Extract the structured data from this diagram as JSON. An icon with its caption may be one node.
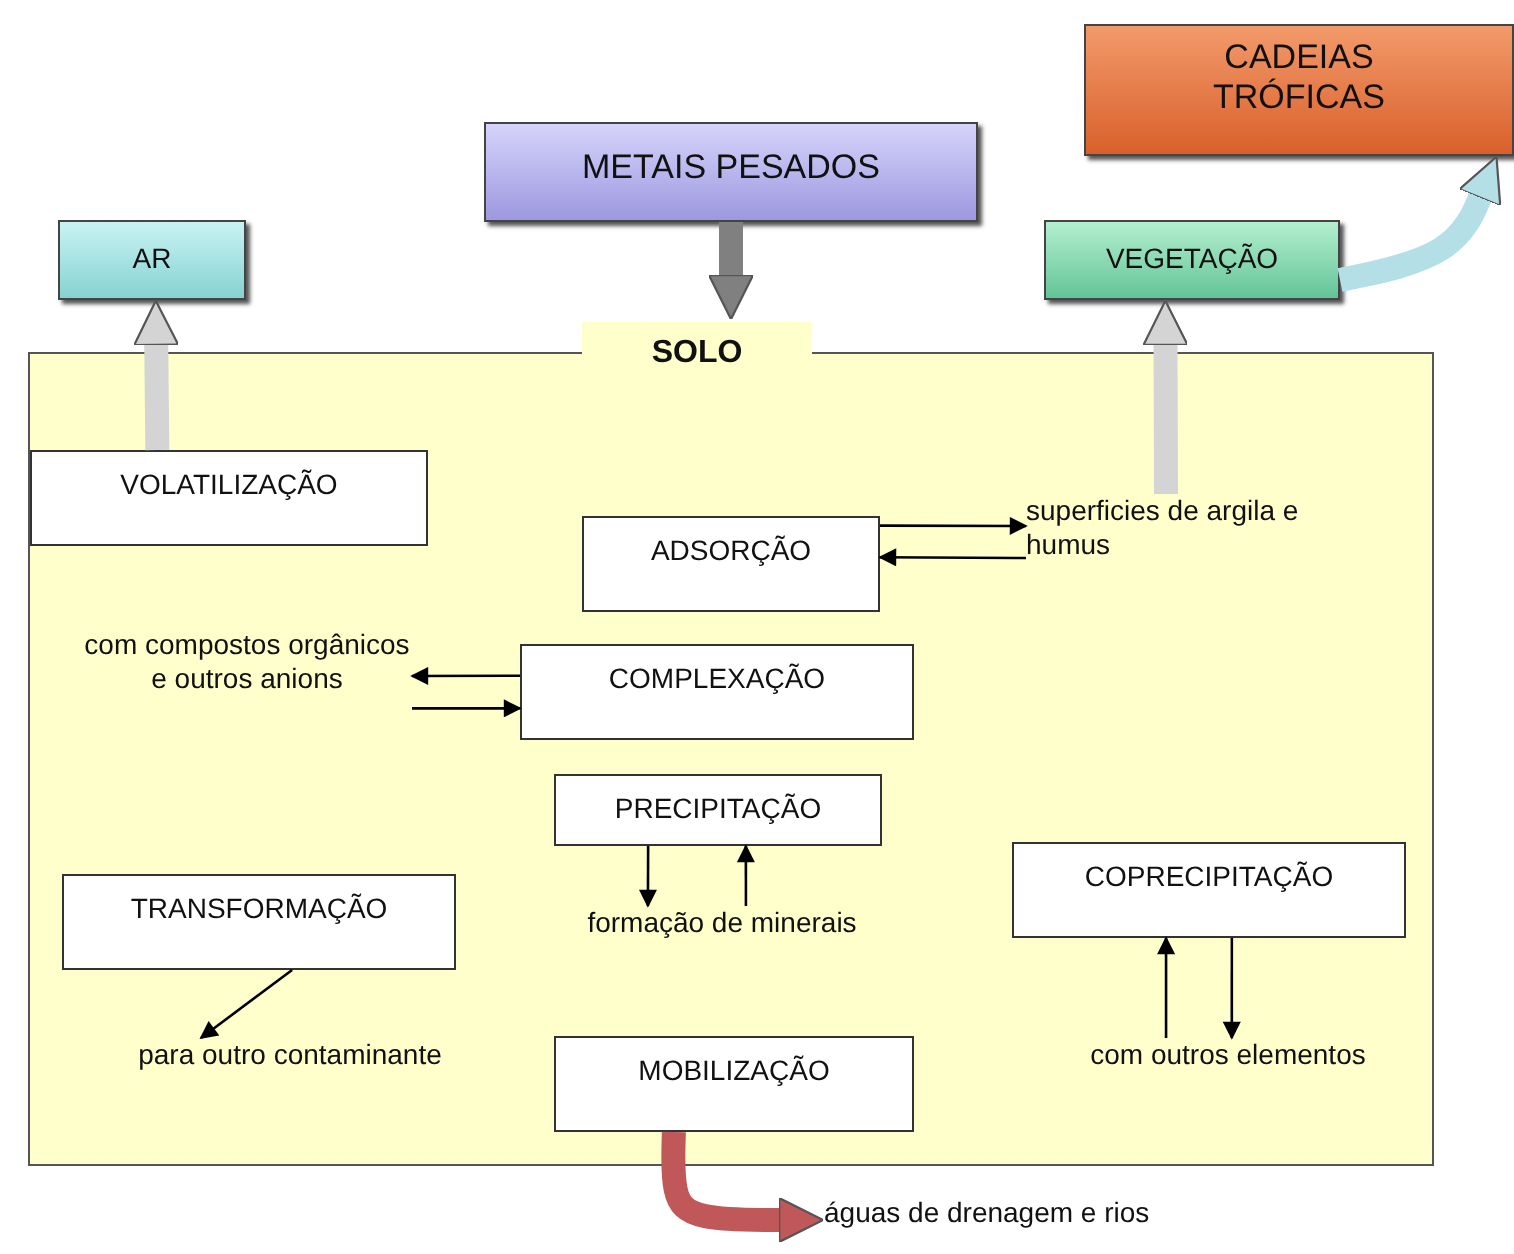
{
  "diagram": {
    "nodes": [
      {
        "text": [
          "CADEIAS TRÓFICAS"
        ]
      },
      {
        "text": [
          "METAIS PESADOS"
        ]
      },
      {
        "text": [
          "AR"
        ]
      },
      {
        "text": [
          "VEGETAÇÃO"
        ]
      },
      {
        "text": [
          "SOLO"
        ]
      },
      {
        "text": [
          "VOLATILIZAÇÃO"
        ],
        "in": 4
      },
      {
        "text": [
          "ADSORÇÃO"
        ],
        "in": 4
      },
      {
        "text": [
          "superficies de argila e humus"
        ],
        "in": 4
      },
      {
        "text": [
          "com compostos orgânicos e outros anions"
        ],
        "in": 4
      },
      {
        "text": [
          "COMPLEXAÇÃO"
        ],
        "in": 4
      },
      {
        "text": [
          "PRECIPITAÇÃO"
        ],
        "in": 4
      },
      {
        "text": [
          "formação de minerais"
        ],
        "in": 4
      },
      {
        "text": [
          "TRANSFORMAÇÃO"
        ],
        "in": 4
      },
      {
        "text": [
          "para outro contaminante"
        ],
        "in": 4
      },
      {
        "text": [
          "COPRECIPITAÇÃO"
        ],
        "in": 4
      },
      {
        "text": [
          "com outros elementos"
        ],
        "in": 4
      },
      {
        "text": [
          "MOBILIZAÇÃO"
        ],
        "in": 4
      },
      {
        "text": [
          "águas de drenagem e rios"
        ]
      }
    ],
    "edges": [
      {
        "from": 1,
        "to": 4,
        "arrow": "to",
        "style": "thick",
        "color": "#808080"
      },
      {
        "from": 5,
        "to": 2,
        "arrow": "to",
        "style": "thick",
        "color": "#d4d4d4"
      },
      {
        "from": 7,
        "to": 3,
        "arrow": "to",
        "style": "thick",
        "color": "#d4d4d4"
      },
      {
        "from": 3,
        "to": 0,
        "arrow": "to",
        "style": "thick",
        "color": "#b4dfe6"
      },
      {
        "from": 6,
        "to": 7,
        "arrow": "to"
      },
      {
        "from": 7,
        "to": 6,
        "arrow": "to"
      },
      {
        "from": 9,
        "to": 8,
        "arrow": "to"
      },
      {
        "from": 8,
        "to": 9,
        "arrow": "to"
      },
      {
        "from": 10,
        "to": 11,
        "arrow": "to"
      },
      {
        "from": 11,
        "to": 10,
        "arrow": "to"
      },
      {
        "from": 12,
        "to": 13,
        "arrow": "to"
      },
      {
        "from": 15,
        "to": 14,
        "arrow": "to"
      },
      {
        "from": 14,
        "to": 15,
        "arrow": "to"
      },
      {
        "from": 16,
        "to": 17,
        "arrow": "to",
        "style": "thick",
        "color": "#c0585a"
      }
    ]
  }
}
